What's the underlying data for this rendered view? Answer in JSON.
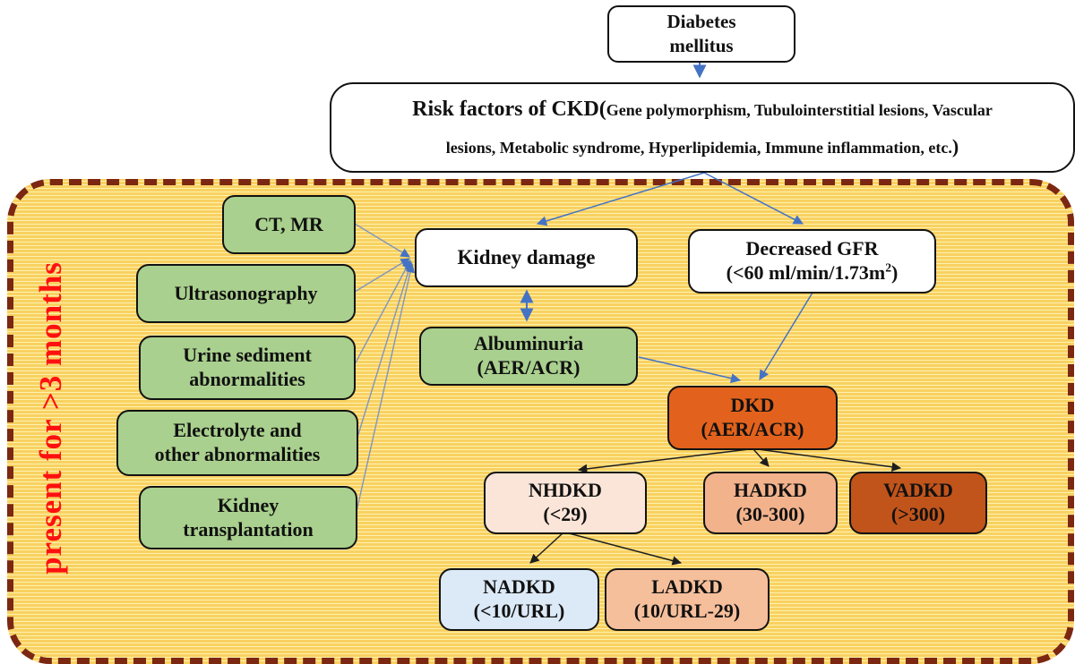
{
  "figure": {
    "duration_label": "present for >3 months"
  },
  "colors": {
    "panel_background_gold": "#F9D161",
    "panel_stripe_light": "#FDF1AF",
    "dashed_border_maroon": "#7B2711",
    "node_green": "#A9D08E",
    "node_white": "#FFFFFF",
    "node_orange_dkd": "#E2621D",
    "node_salmon_hadkd": "#F2B28C",
    "node_creampink_nhdkd": "#FBE5D8",
    "node_darkorange_vadkd": "#C1541B",
    "node_lightblue_nadkd": "#DCE9F7",
    "node_peach_ladkd": "#F6BF9B",
    "arrow_blue": "#4472C4",
    "arrow_gray_blue": "#8095BF",
    "arrow_black": "#1E1E1E",
    "duration_label_red": "#FE1010"
  },
  "nodes": {
    "diabetes": {
      "line1": "Diabetes",
      "line2": "mellitus"
    },
    "risk": {
      "title": "Risk factors of CKD(",
      "detail_line1": "Gene polymorphism, Tubulointerstitial lesions, Vascular",
      "detail_line2": "lesions, Metabolic syndrome, Hyperlipidemia, Immune inflammation, etc.",
      "close_paren": ")"
    },
    "ct_mr": {
      "line1": "CT, MR"
    },
    "ultrasonography": {
      "line1": "Ultrasonography"
    },
    "urine_sediment": {
      "line1": "Urine sediment",
      "line2": "abnormalities"
    },
    "electrolyte": {
      "line1": "Electrolyte and",
      "line2": "other abnormalities"
    },
    "kidney_transplantation": {
      "line1": "Kidney",
      "line2": "transplantation"
    },
    "kidney_damage": {
      "line1": "Kidney damage"
    },
    "decreased_gfr": {
      "line1": "Decreased GFR",
      "line2_pre": "(<60 ml/min/1.73m",
      "line2_sup": "2",
      "line2_post": ")"
    },
    "albuminuria": {
      "line1": "Albuminuria",
      "line2": "(AER/ACR)"
    },
    "dkd": {
      "line1": "DKD",
      "line2": "(AER/ACR)"
    },
    "nhdkd": {
      "line1": "NHDKD",
      "line2": "(<29)"
    },
    "hadkd": {
      "line1": "HADKD",
      "line2": "(30-300)"
    },
    "vadkd": {
      "line1": "VADKD",
      "line2": "(>300)"
    },
    "nadkd": {
      "line1": "NADKD",
      "line2": "(<10/URL)"
    },
    "ladkd": {
      "line1": "LADKD",
      "line2": "(10/URL-29)"
    }
  }
}
